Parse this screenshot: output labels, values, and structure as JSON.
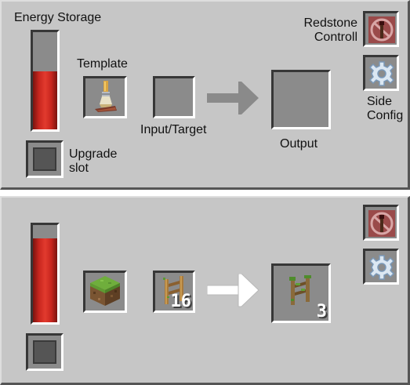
{
  "panels": [
    {
      "labels": {
        "energy_storage": "Energy Storage",
        "template": "Template",
        "input_target": "Input/Target",
        "output": "Output",
        "upgrade_line1": "Upgrade",
        "upgrade_line2": "slot",
        "redstone_line1": "Redstone",
        "redstone_line2": "Controll",
        "side_line1": "Side",
        "side_line2": "Config"
      },
      "energy_level": 0.6,
      "slots": {
        "template": {
          "item": "paintbrush-icon"
        },
        "input": {
          "item": null
        },
        "output": {
          "item": null
        }
      },
      "arrow_style": "gray"
    },
    {
      "energy_level": 0.86,
      "slots": {
        "template": {
          "item": "grass-block-icon"
        },
        "input": {
          "item": "wooden-fence-icon",
          "count": "16"
        },
        "output": {
          "item": "mossy-fence-icon",
          "count": "3"
        }
      },
      "arrow_style": "white"
    }
  ],
  "buttons": {
    "redstone_icon": "redstone-torch-disabled-icon",
    "side_icon": "gear-icon"
  },
  "colors": {
    "panel_bg": "#c6c6c6",
    "energy_red": "#e23a2e",
    "slot_bg": "#8b8b8b",
    "gear": "#dbe7f2"
  }
}
